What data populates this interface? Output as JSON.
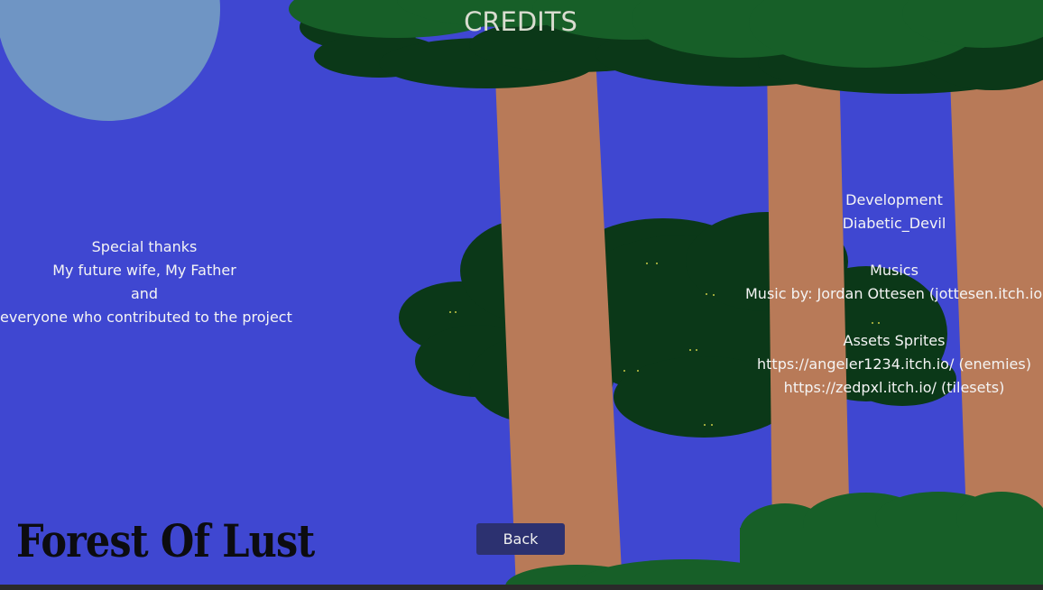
{
  "screen": {
    "title": "CREDITS",
    "logo_text": "Forest Of Lust",
    "back_label": "Back"
  },
  "special_thanks": {
    "heading": "Special thanks",
    "line1": "My future wife, My Father",
    "line2": "and",
    "line3": "everyone who contributed to the project"
  },
  "credits": {
    "development_heading": "Development",
    "developer": "Diabetic_Devil",
    "musics_heading": "Musics",
    "music_credit": "Music by: Jordan Ottesen (jottesen.itch.io)",
    "assets_heading": "Assets Sprites",
    "assets_enemies": "https://angeler1234.itch.io/ (enemies)",
    "assets_tilesets": "https://zedpxl.itch.io/ (tilesets)"
  },
  "colors": {
    "sky": "#3f47d1",
    "moon": "#6f95c4",
    "foliage_light": "#175f28",
    "foliage_dark": "#0b3818",
    "trunk": "#b87a58",
    "button_bg": "#2c3170",
    "title_text": "#d9dcd0"
  }
}
